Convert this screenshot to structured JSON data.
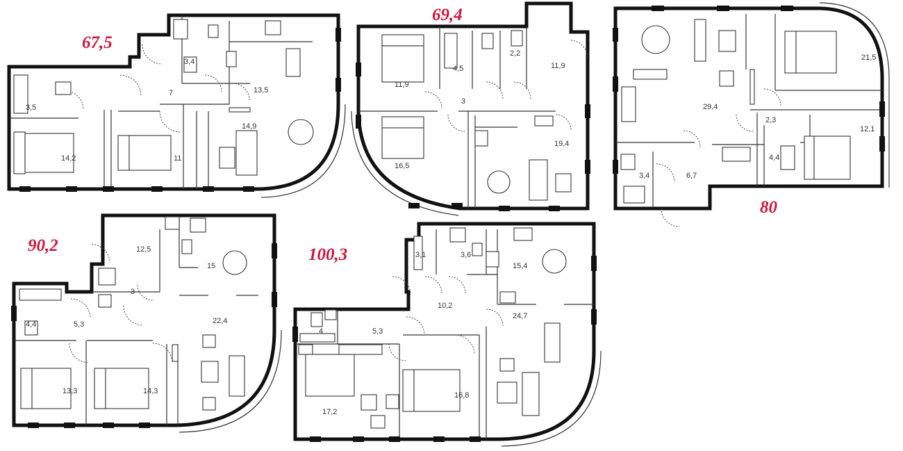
{
  "plans": [
    {
      "id": "p1",
      "total": "67,5",
      "rooms": [
        "3,4",
        "7",
        "13,5",
        "3,5",
        "14,9",
        "14,2",
        "11"
      ]
    },
    {
      "id": "p2",
      "total": "69,4",
      "rooms": [
        "4,5",
        "2,2",
        "11,9",
        "11,9",
        "3",
        "19,4",
        "16,5"
      ]
    },
    {
      "id": "p3",
      "total": "80",
      "rooms": [
        "21,5",
        "29,4",
        "2,3",
        "12,1",
        "4,4",
        "3,4",
        "6,7"
      ]
    },
    {
      "id": "p4",
      "total": "90,2",
      "rooms": [
        "12,5",
        "15",
        "3",
        "4,4",
        "5,3",
        "22,4",
        "13,3",
        "14,3"
      ]
    },
    {
      "id": "p5",
      "total": "100,3",
      "rooms": [
        "3,1",
        "3,6",
        "15,4",
        "10,2",
        "4",
        "5,3",
        "24,7",
        "16,8",
        "17,2"
      ]
    }
  ],
  "colors": {
    "total_label": "#d2143a",
    "wall": "#111111"
  }
}
